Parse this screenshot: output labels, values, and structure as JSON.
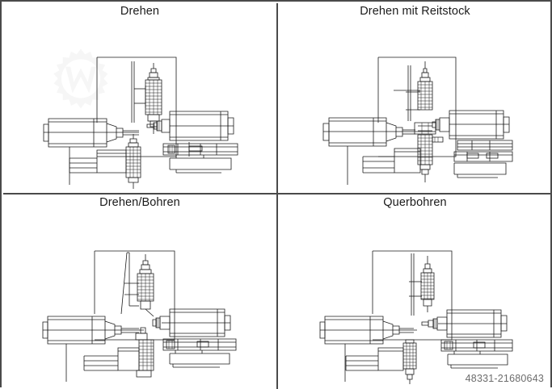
{
  "sheet": {
    "border_color": "#4a4a4a",
    "background": "#ffffff",
    "ink_color": "#1b1b1b",
    "layout": "2x2-grid"
  },
  "watermark": {
    "name": "gear-m-watermark",
    "color": "#e2e2e2"
  },
  "panels": [
    {
      "id": "drehen",
      "title": "Drehen",
      "description": "CNC lathe configuration: turning with main spindle, tool turret and counter spindle"
    },
    {
      "id": "drehen-mit-reitstock",
      "title": "Drehen mit Reitstock",
      "description": "CNC lathe configuration: turning with tailstock support"
    },
    {
      "id": "drehen-bohren",
      "title": "Drehen/Bohren",
      "description": "CNC lathe configuration: combined turning and drilling"
    },
    {
      "id": "querbohren",
      "title": "Querbohren",
      "description": "CNC lathe configuration: cross drilling"
    }
  ],
  "footer": {
    "reference_id": "48331-21680643"
  }
}
